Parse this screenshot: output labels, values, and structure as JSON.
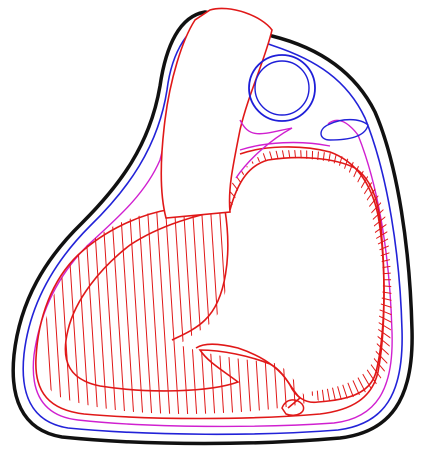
{
  "diagram": {
    "type": "anatomical-line-drawing",
    "subject": "heart-cross-section",
    "labels": [],
    "colors": {
      "background": "#ffffff",
      "outline": "#111111",
      "outer_membrane": "#2222d8",
      "inner_membrane": "#d020d0",
      "wall": "#e01818",
      "vessel": "#1e1ed8"
    },
    "parts": [
      "outer-outline",
      "pericardium-outer-layer",
      "pericardium-inner-layer",
      "myocardium-wall",
      "right-ventricle-chamber",
      "left-ventricle-chamber",
      "aorta",
      "coronary-vessel",
      "papillary-muscle",
      "interventricular-septum"
    ]
  }
}
